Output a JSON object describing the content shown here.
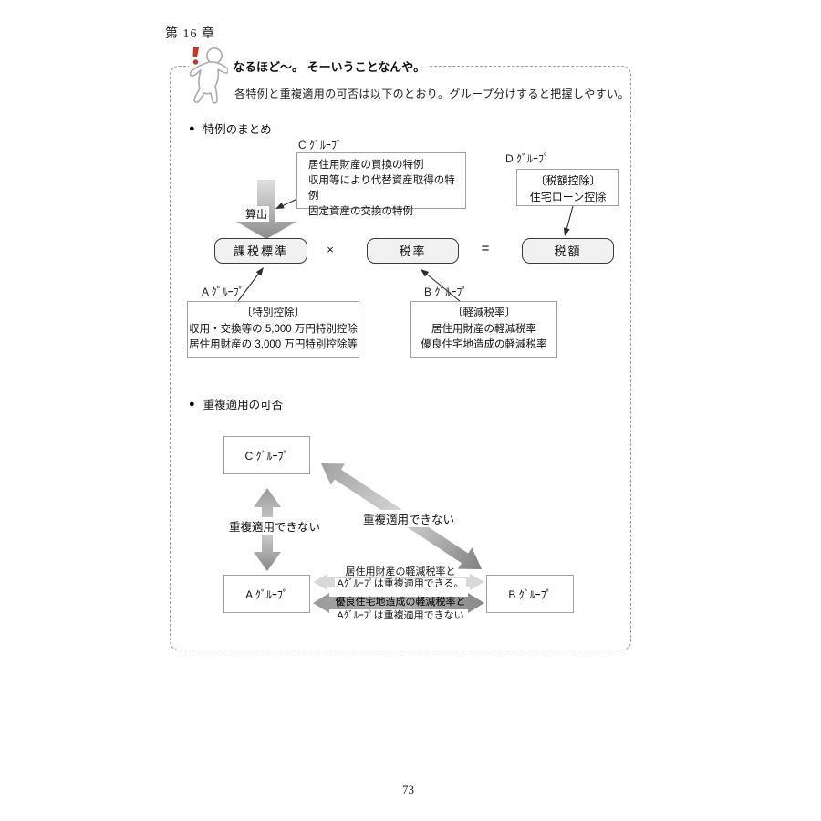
{
  "page": {
    "chapter": "第 16 章",
    "page_number": "73"
  },
  "callout": {
    "icon": "person-exclamation-icon",
    "title": "なるほど～。 そーいうことなんや。",
    "intro": "各特例と重複適用の可否は以下のとおり。グループ分けすると把握しやすい。"
  },
  "section1": {
    "marker": "●",
    "title": "特例のまとめ",
    "groups": {
      "c": {
        "label": "C ｸﾞﾙｰﾌﾟ",
        "items": [
          "居住用財産の買換の特例",
          "収用等により代替資産取得の特例",
          "固定資産の交換の特例"
        ]
      },
      "d": {
        "label": "D ｸﾞﾙｰﾌﾟ",
        "items": [
          "〔税額控除〕",
          "住宅ローン控除"
        ]
      },
      "a": {
        "label": "A ｸﾞﾙｰﾌﾟ",
        "items": [
          "〔特別控除〕",
          "収用・交換等の 5,000 万円特別控除",
          "居住用財産の 3,000 万円特別控除等"
        ]
      },
      "b": {
        "label": "B ｸﾞﾙｰﾌﾟ",
        "items": [
          "〔軽減税率〕",
          "居住用財産の軽減税率",
          "優良住宅地造成の軽減税率"
        ]
      }
    },
    "flow": {
      "derive_label": "算出",
      "formula": [
        "課税標準",
        "×",
        "税率",
        "=",
        "税額"
      ]
    }
  },
  "section2": {
    "marker": "●",
    "title": "重複適用の可否",
    "nodes": {
      "c": "C ｸﾞﾙｰﾌﾟ",
      "a": "A ｸﾞﾙｰﾌﾟ",
      "b": "B ｸﾞﾙｰﾌﾟ"
    },
    "relations": {
      "c_a": "重複適用できない",
      "c_b": "重複適用できない",
      "a_b_ok": [
        "居住用財産の軽減税率と",
        "Aｸﾞﾙｰﾌﾟは重複適用できる。"
      ],
      "a_b_ng": [
        "優良住宅地造成の軽減税率と",
        "Aｸﾞﾙｰﾌﾟは重複適用できない"
      ]
    }
  },
  "colors": {
    "exclamation_red": "#c0392b",
    "arrow_gray": "#999999",
    "formula_box_fill": "#f1f1f1",
    "dashed_border": "#999999"
  }
}
